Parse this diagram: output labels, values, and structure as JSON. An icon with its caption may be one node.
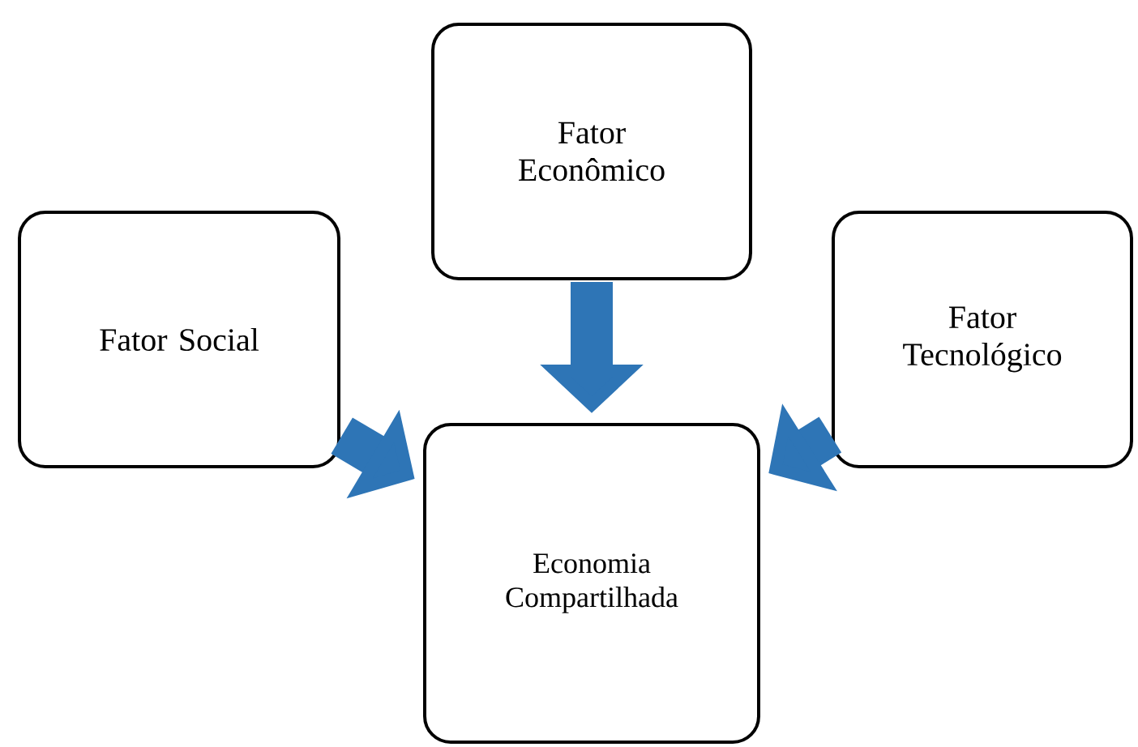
{
  "diagram": {
    "nodes": [
      {
        "text": [
          "Fator Econômico"
        ]
      },
      {
        "text": [
          "Fator Social"
        ]
      },
      {
        "text": [
          "Fator Tecnológico"
        ]
      },
      {
        "text": [
          "Economia Compartilhada"
        ]
      }
    ],
    "edges": [
      {
        "from": 0,
        "to": 3,
        "arrow": "to"
      },
      {
        "from": 1,
        "to": 3,
        "arrow": "to"
      },
      {
        "from": 2,
        "to": 3,
        "arrow": "to"
      }
    ]
  }
}
